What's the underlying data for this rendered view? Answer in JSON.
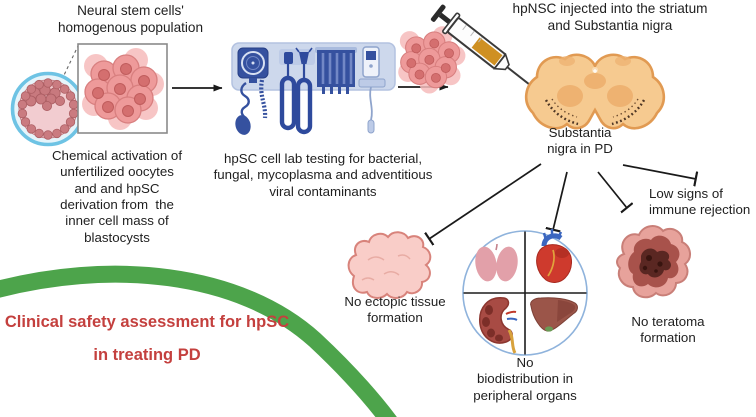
{
  "figure": {
    "stage_oocyte": {
      "title": "Neural stem cells'\nhomogenous population",
      "caption": "Chemical activation of\nunfertilized oocytes\nand and hpSC\nderivation from  the\ninner cell mass of\nblastocysts"
    },
    "stage_lab": {
      "caption": "hpSC cell lab testing for bacterial,\nfungal, mycoplasma and adventitious\nviral contaminants"
    },
    "stage_injection": {
      "title": "hpNSC injected into the striatum\nand Substantia nigra",
      "brain_label": "Substantia\nnigra in PD"
    },
    "outcomes": {
      "ectopic_label": "No ectopic tissue\nformation",
      "biodistribution_label": "No\nbiodistribution in\nperipheral organs",
      "teratoma_label": "No teratoma\nformation",
      "immune_label": "Low signs of\nimmune rejection"
    },
    "banner": {
      "line1": "Clinical safety assessment for hpSC",
      "line2": "in treating PD"
    },
    "icons": [
      "blastocyst-icon",
      "cell-cluster-icon",
      "lab-diagnostic-panel-icon",
      "syringe-icon",
      "midbrain-section-icon",
      "ectopic-tissue-icon",
      "lungs-icon",
      "heart-icon",
      "kidney-icon",
      "liver-icon",
      "teratoma-icon"
    ],
    "colors": {
      "banner_green": "#4da44b",
      "banner_text_red": "#c4403e",
      "cell_pink": "#ee9a9a",
      "cell_nucleus": "#d46f6f",
      "blastocyst_blue": "#6ec3e4",
      "lab_blue": "#35519f",
      "brain_tan": "#f6ca90",
      "brain_outline": "#e19a52",
      "syringe_amber": "#cf9022",
      "arrow_black": "#1a1a1a"
    }
  }
}
